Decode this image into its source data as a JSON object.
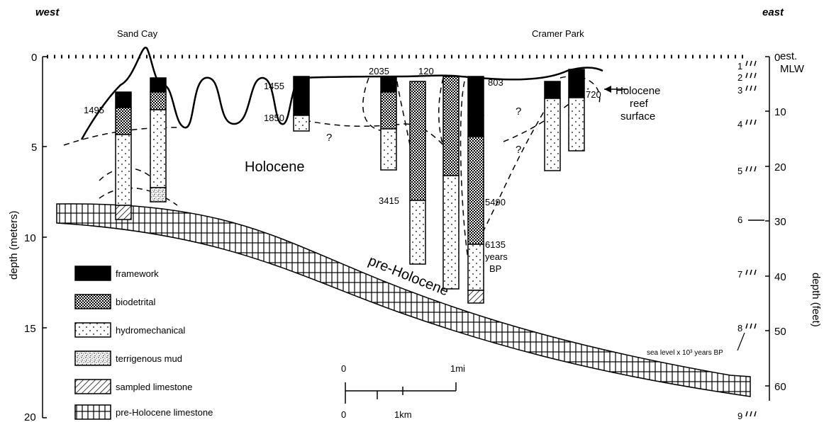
{
  "directions": {
    "west": "west",
    "east": "east"
  },
  "sites": {
    "left": "Sand Cay",
    "right": "Cramer Park"
  },
  "axes": {
    "left_label": "depth (meters)",
    "left_ticks": [
      "0",
      "5",
      "10",
      "15",
      "20"
    ],
    "right_label": "depth (feet)",
    "right_ticks": [
      "0",
      "10",
      "20",
      "30",
      "40",
      "50",
      "60"
    ],
    "right_top_note": [
      "est.",
      "MLW"
    ],
    "sea_level_ticks": [
      "1",
      "2",
      "3",
      "4",
      "5",
      "6",
      "7",
      "8",
      "9"
    ],
    "sea_level_caption": "sea level x 10³ years BP"
  },
  "units": {
    "holocene": "Holocene",
    "pre_holocene": "pre-Holocene",
    "reef_surface": [
      "Holocene",
      "reef",
      "surface"
    ],
    "question_mark": "?"
  },
  "dates": {
    "d1495": "1495",
    "d1455": "1455",
    "d1850": "1850",
    "d2035": "2035",
    "d120": "120",
    "d803": "803",
    "d720": "720",
    "d3415": "3415",
    "d5490": "5490",
    "d6135": "6135",
    "years": "years",
    "bp": "BP"
  },
  "legend": [
    {
      "key": "framework",
      "label": "framework"
    },
    {
      "key": "biodetrital",
      "label": "biodetrital"
    },
    {
      "key": "hydromechanical",
      "label": "hydromechanical"
    },
    {
      "key": "terrigenous",
      "label": "terrigenous mud"
    },
    {
      "key": "sampled",
      "label": "sampled limestone"
    },
    {
      "key": "limestone",
      "label": "pre-Holocene limestone"
    }
  ],
  "scale_bar": {
    "mi_zero": "0",
    "mi_label": "1mi",
    "km_zero": "0",
    "km_label": "1km"
  }
}
